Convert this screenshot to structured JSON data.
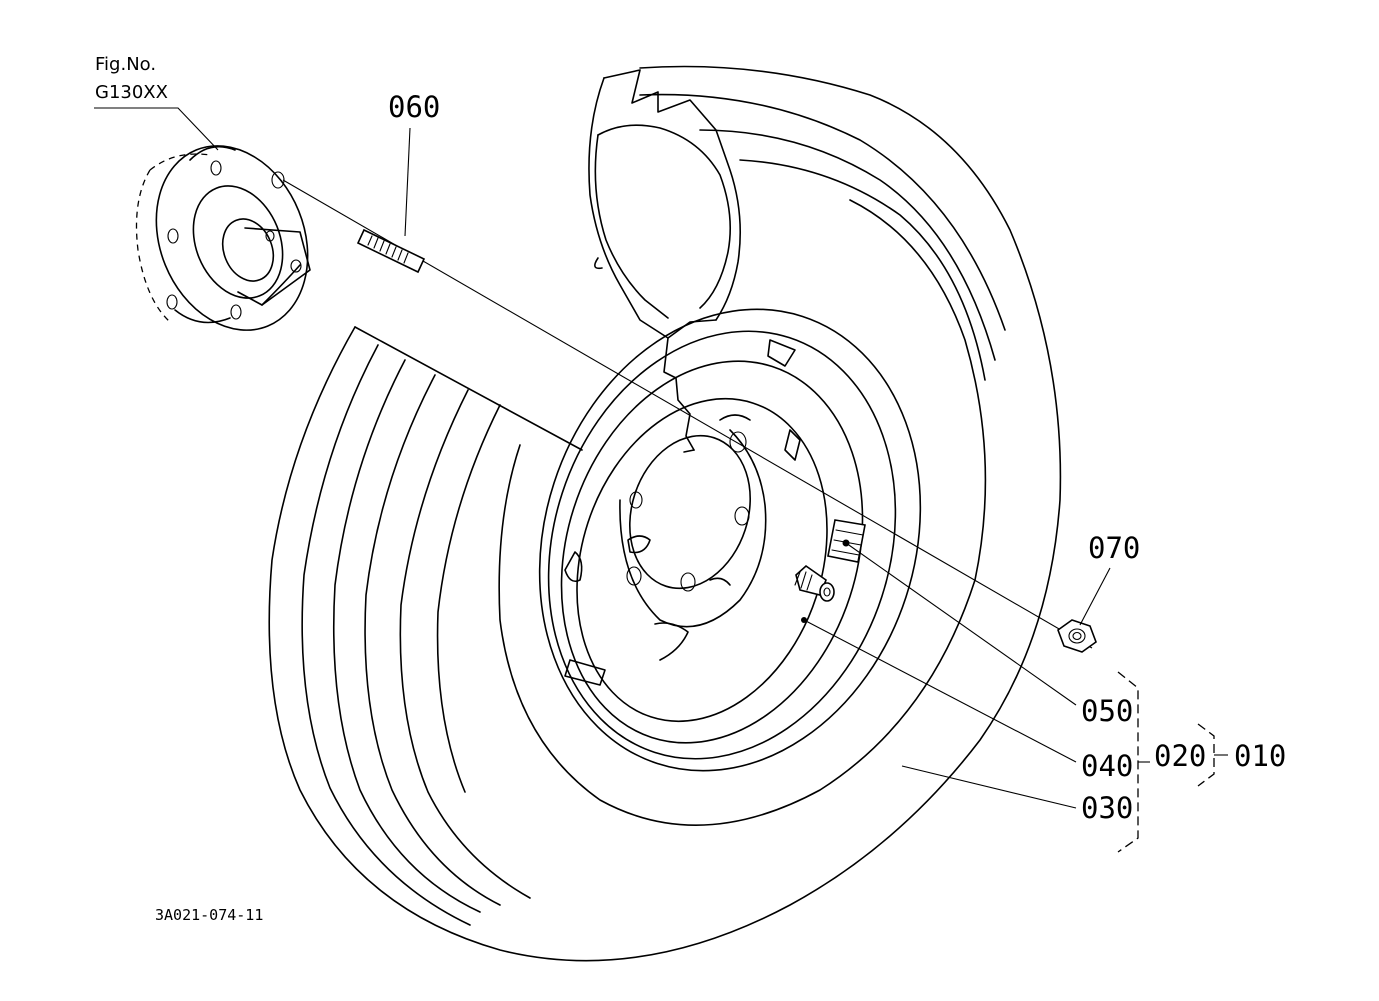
{
  "figure": {
    "fig_no_label": "Fig.No.",
    "fig_no_value": "G130XX",
    "drawing_code": "3A021-074-11"
  },
  "callouts": {
    "c060": "060",
    "c070": "070",
    "c050": "050",
    "c040": "040",
    "c030": "030",
    "c020": "020",
    "c010": "010"
  }
}
